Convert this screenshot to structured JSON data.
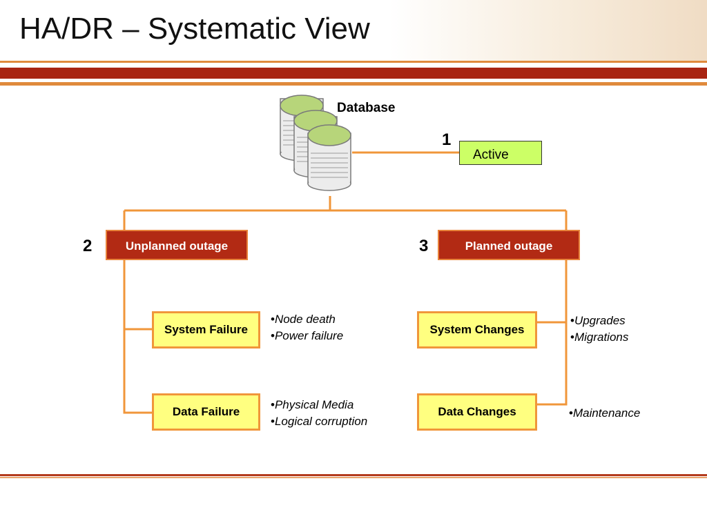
{
  "slide": {
    "title": "HA/DR – Systematic View"
  },
  "database": {
    "label": "Database",
    "status": {
      "number": "1",
      "label": "Active"
    }
  },
  "branches": [
    {
      "number": "2",
      "label": "Unplanned outage",
      "items": [
        {
          "label": "System Failure",
          "notes": [
            "Node death",
            "Power failure"
          ]
        },
        {
          "label": "Data Failure",
          "notes": [
            "Physical Media",
            "Logical corruption"
          ]
        }
      ]
    },
    {
      "number": "3",
      "label": "Planned outage",
      "items": [
        {
          "label": "System Changes",
          "notes": [
            "Upgrades",
            "Migrations"
          ]
        },
        {
          "label": "Data Changes",
          "notes": [
            "Maintenance"
          ]
        }
      ]
    }
  ],
  "colors": {
    "connector": "#f0963a",
    "outage_fill": "#b22a14",
    "item_fill": "#ffff80",
    "active_fill": "#ccff66",
    "banner": "#a82412"
  },
  "icons": {
    "database": "database-stack-icon"
  }
}
